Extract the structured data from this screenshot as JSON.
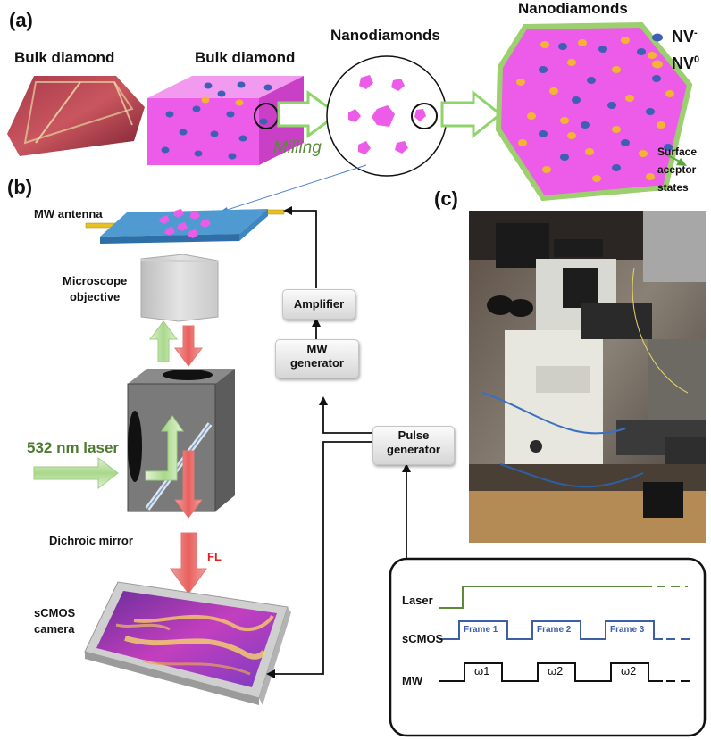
{
  "panels": {
    "a": "(a)",
    "b": "(b)",
    "c": "(c)"
  },
  "panel_a": {
    "bulk_diamond_photo_label": "Bulk diamond",
    "bulk_diamond_slab_label": "Bulk diamond",
    "nanodiamonds_circle_label": "Nanodiamonds",
    "nanodiamonds_large_label": "Nanodiamonds",
    "milling_label": "Milling",
    "legend": {
      "nv_minus_base": "NV",
      "nv_minus_sup": "-",
      "nv_zero_base": "NV",
      "nv_zero_sup": "0",
      "nv_minus_color": "#3d5fb5",
      "nv_zero_color": "#f2b431"
    },
    "surface_label_line1": "Surface",
    "surface_label_line2": "aceptor",
    "surface_label_line3": "states"
  },
  "panel_b": {
    "mw_antenna": "MW antenna",
    "objective_line1": "Microscope",
    "objective_line2": "objective",
    "laser": "532 nm laser",
    "dichroic": "Dichroic mirror",
    "fl": "FL",
    "camera_line1": "sCMOS",
    "camera_line2": "camera",
    "amplifier": "Amplifier",
    "mw_gen_line1": "MW",
    "mw_gen_line2": "generator",
    "pulse_gen_line1": "Pulse",
    "pulse_gen_line2": "generator"
  },
  "timing": {
    "rows": [
      "Laser",
      "sCMOS",
      "MW"
    ],
    "frames": [
      "Frame 1",
      "Frame 2",
      "Frame 3"
    ],
    "mw_pulses": [
      "ω1",
      "ω2",
      "ω2"
    ],
    "colors": {
      "laser": "#5a8a3a",
      "scmos": "#3e5fa8",
      "mw": "#111111"
    }
  },
  "colors": {
    "magenta": "#ec5ce8",
    "green_outline": "#9ccf6e",
    "milling": "#5a8a3a",
    "red_beam": "#f07a78",
    "green_beam": "#c6e6b0",
    "slide": "#4f9bd1"
  }
}
